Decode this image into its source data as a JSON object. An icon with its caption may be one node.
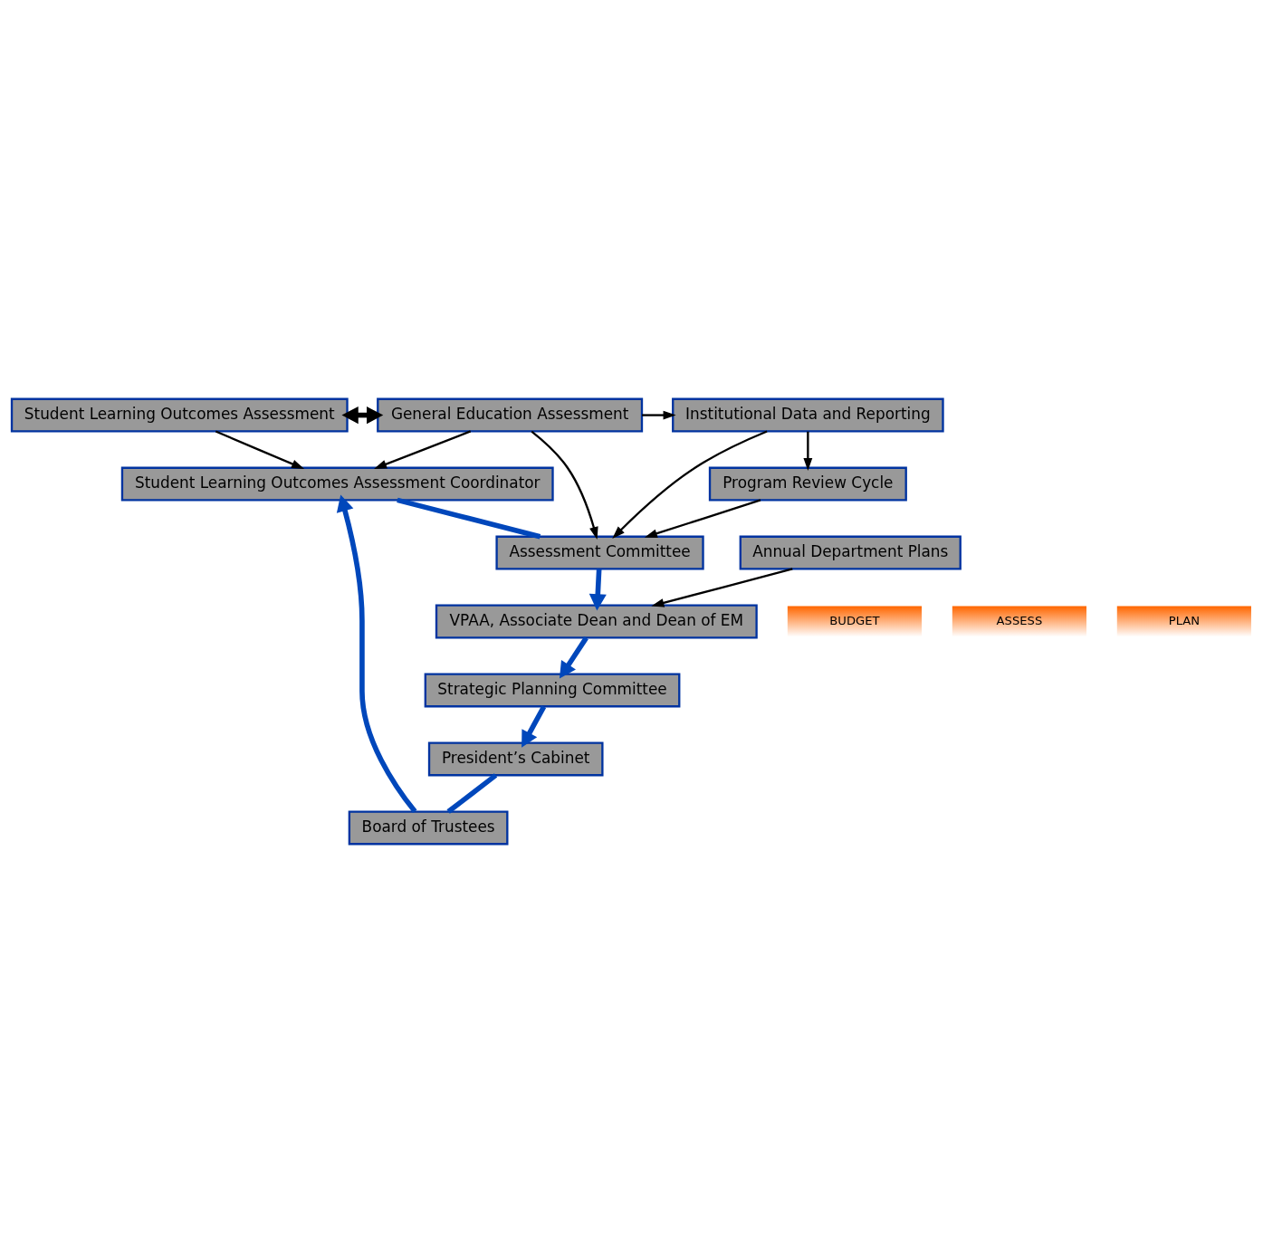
{
  "diagram": {
    "nodes": [
      {
        "text": [
          "Student Learning Outcomes Assessment"
        ]
      },
      {
        "text": [
          "General Education Assessment"
        ]
      },
      {
        "text": [
          "Institutional Data and Reporting"
        ]
      },
      {
        "text": [
          "Student Learning Outcomes Assessment Coordinator"
        ]
      },
      {
        "text": [
          "Assessment Committee"
        ]
      },
      {
        "text": [
          "Program Review Cycle"
        ]
      },
      {
        "text": [
          "Annual Department Plans"
        ]
      },
      {
        "text": [
          "VPAA, Associate Dean and Dean of EM"
        ]
      },
      {
        "text": [
          "Board of Trustees"
        ]
      },
      {
        "text": [
          "President’s Cabinet"
        ]
      },
      {
        "text": [
          "Strategic Planning Committee"
        ]
      },
      {
        "text": [
          "BUDGET"
        ]
      },
      {
        "text": [
          "ASSESS"
        ]
      },
      {
        "text": [
          "PLAN"
        ]
      }
    ],
    "edges": [
      {
        "from": 0,
        "to": 1,
        "arrow": "both",
        "style": "thick"
      },
      {
        "from": 1,
        "to": 2,
        "arrow": "to"
      },
      {
        "from": 0,
        "to": 3,
        "arrow": "to"
      },
      {
        "from": 1,
        "to": 3,
        "arrow": "to"
      },
      {
        "from": 1,
        "to": 4,
        "arrow": "to"
      },
      {
        "from": 2,
        "to": 4,
        "arrow": "to"
      },
      {
        "from": 2,
        "to": 5,
        "arrow": "to"
      },
      {
        "from": 5,
        "to": 4,
        "arrow": "to"
      },
      {
        "from": 6,
        "to": 7,
        "arrow": "to"
      },
      {
        "from": 3,
        "to": 4,
        "arrow": "none",
        "style": "thick",
        "color": "#0047bb"
      },
      {
        "from": 4,
        "to": 7,
        "arrow": "to",
        "style": "thick",
        "color": "#0047bb"
      },
      {
        "from": 7,
        "to": 10,
        "arrow": "to",
        "style": "thick",
        "color": "#0047bb"
      },
      {
        "from": 10,
        "to": 9,
        "arrow": "to",
        "style": "thick",
        "color": "#0047bb"
      },
      {
        "from": 9,
        "to": 8,
        "arrow": "none",
        "style": "thick",
        "color": "#0047bb"
      },
      {
        "from": 8,
        "to": 3,
        "arrow": "to",
        "style": "thick",
        "color": "#0047bb"
      }
    ]
  }
}
